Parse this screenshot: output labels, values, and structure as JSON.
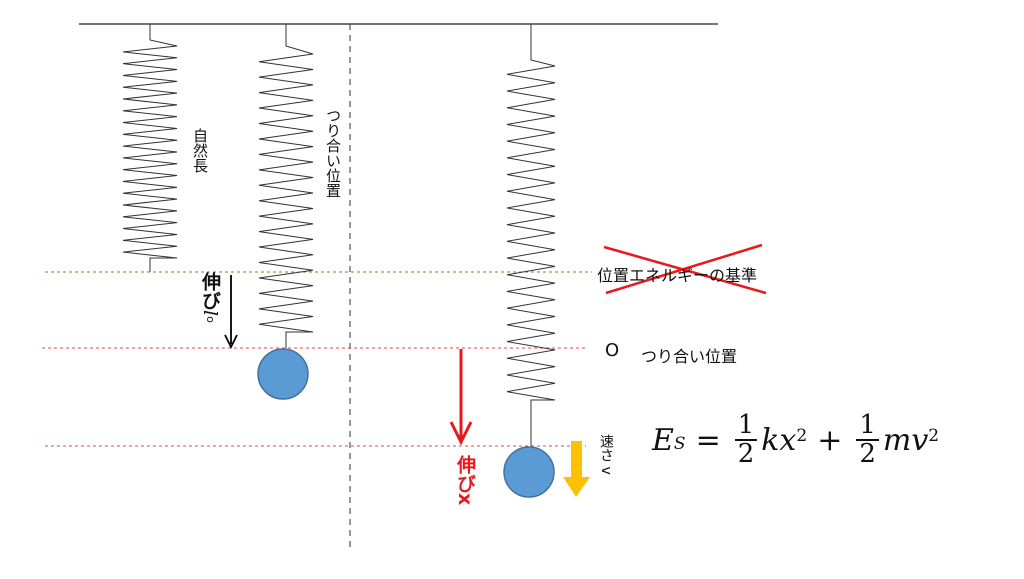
{
  "labels": {
    "natural_length": "自然長",
    "equilibrium_vertical": "つり合い位置",
    "extension_l0_prefix": "伸び",
    "extension_l0_symbol": "l",
    "extension_l0_subscript": "o",
    "potential_reference": "位置エネルギーの基準",
    "origin_O": "O",
    "equilibrium_horizontal": "つり合い位置",
    "extension_x": "伸びx",
    "speed": "速さ",
    "speed_symbol": "v"
  },
  "formula": {
    "E": "E",
    "E_sub": "S",
    "equals": "=",
    "frac1_num": "1",
    "frac1_den": "2",
    "term1": "kx",
    "term1_exp": "2",
    "plus": "+",
    "frac2_num": "1",
    "frac2_den": "2",
    "term2": "mv",
    "term2_exp": "2"
  },
  "colors": {
    "line": "#222222",
    "green_dash": "#6b8e23",
    "red": "#e8191c",
    "red_dash": "#e84a4a",
    "mass": "#5b9bd5",
    "mass_edge": "#41719c",
    "speed_arrow": "#ffc000"
  }
}
